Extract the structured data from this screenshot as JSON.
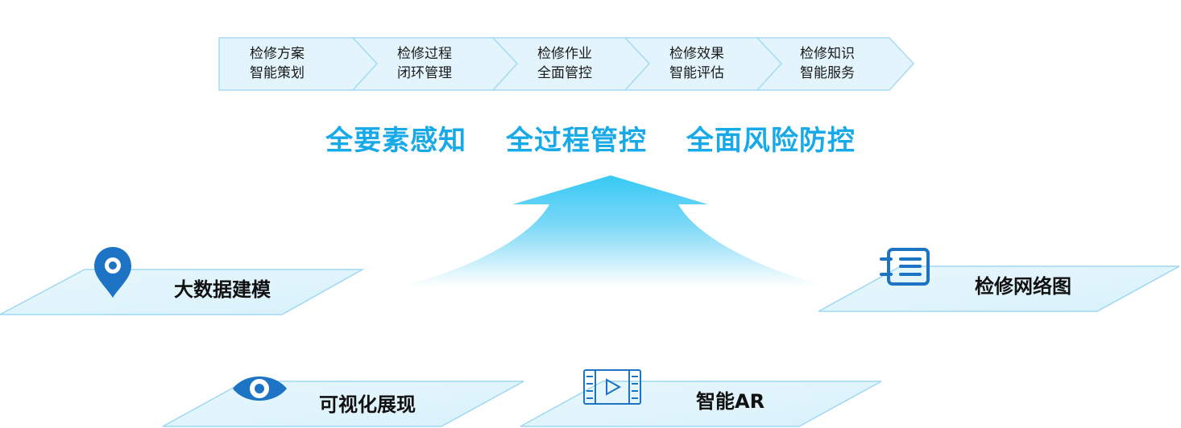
{
  "process_steps": [
    {
      "line1": "检修方案",
      "line2": "智能策划"
    },
    {
      "line1": "检修过程",
      "line2": "闭环管理"
    },
    {
      "line1": "检修作业",
      "line2": "全面管控"
    },
    {
      "line1": "检修效果",
      "line2": "智能评估"
    },
    {
      "line1": "检修知识",
      "line2": "智能服务"
    }
  ],
  "slogan": [
    "全要素感知",
    "全过程管控",
    "全面风险防控"
  ],
  "platforms": [
    {
      "label": "大数据建模",
      "icon": "map-pin-icon"
    },
    {
      "label": "检修网络图",
      "icon": "list-icon"
    },
    {
      "label": "可视化展现",
      "icon": "eye-icon"
    },
    {
      "label": "智能AR",
      "icon": "video-film-icon"
    }
  ],
  "colors": {
    "accent": "#17a9e8",
    "icon": "#1e74c4",
    "chevron_fill": "#e3f4fc",
    "chevron_stroke": "#a7dbf1",
    "tile_stroke": "#9fd8f2"
  }
}
